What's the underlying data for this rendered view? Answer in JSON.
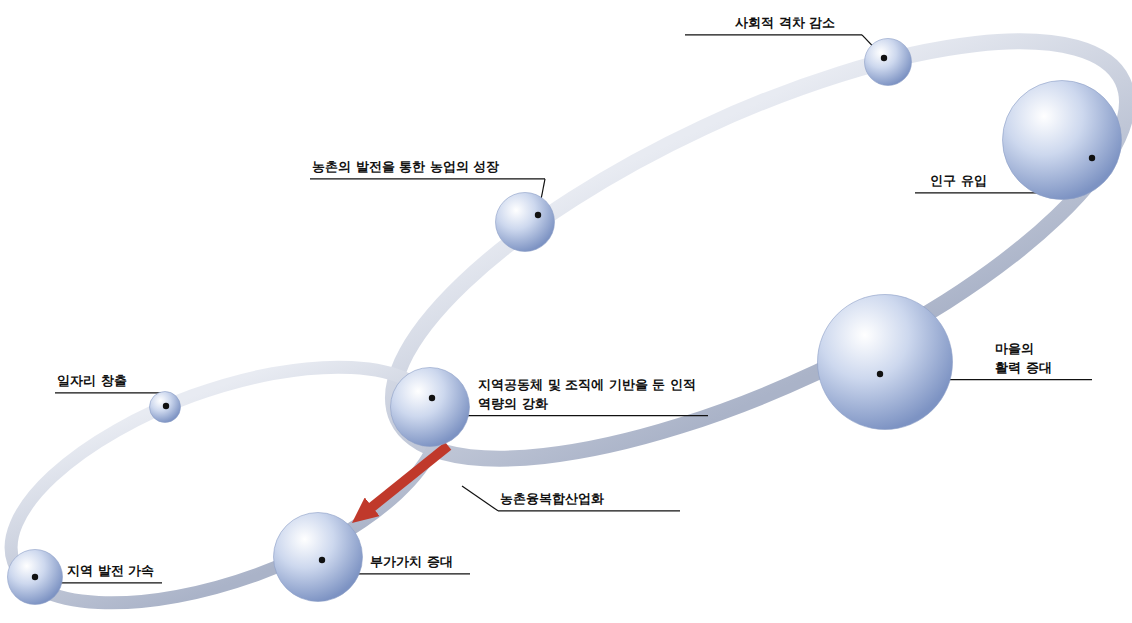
{
  "diagram": {
    "nodes": [
      {
        "text": [
          "사회적 격차 감소"
        ]
      },
      {
        "text": [
          "인구 유입"
        ]
      },
      {
        "text": [
          "농촌의 발전을 통한 농업의 성장"
        ]
      },
      {
        "text": [
          "일자리 창출"
        ]
      },
      {
        "text": [
          "지역공동체 및 조직에 기반을 둔 인적 역량의 강화"
        ]
      },
      {
        "text": [
          "마을의 활력 증대"
        ]
      },
      {
        "text": [
          "부가가치 증대"
        ]
      },
      {
        "text": [
          "지역 발전 가속"
        ]
      }
    ],
    "edges": [
      {
        "from": 4,
        "to": 6,
        "arrow": "to",
        "label": "농촌융복합산업화"
      }
    ]
  }
}
